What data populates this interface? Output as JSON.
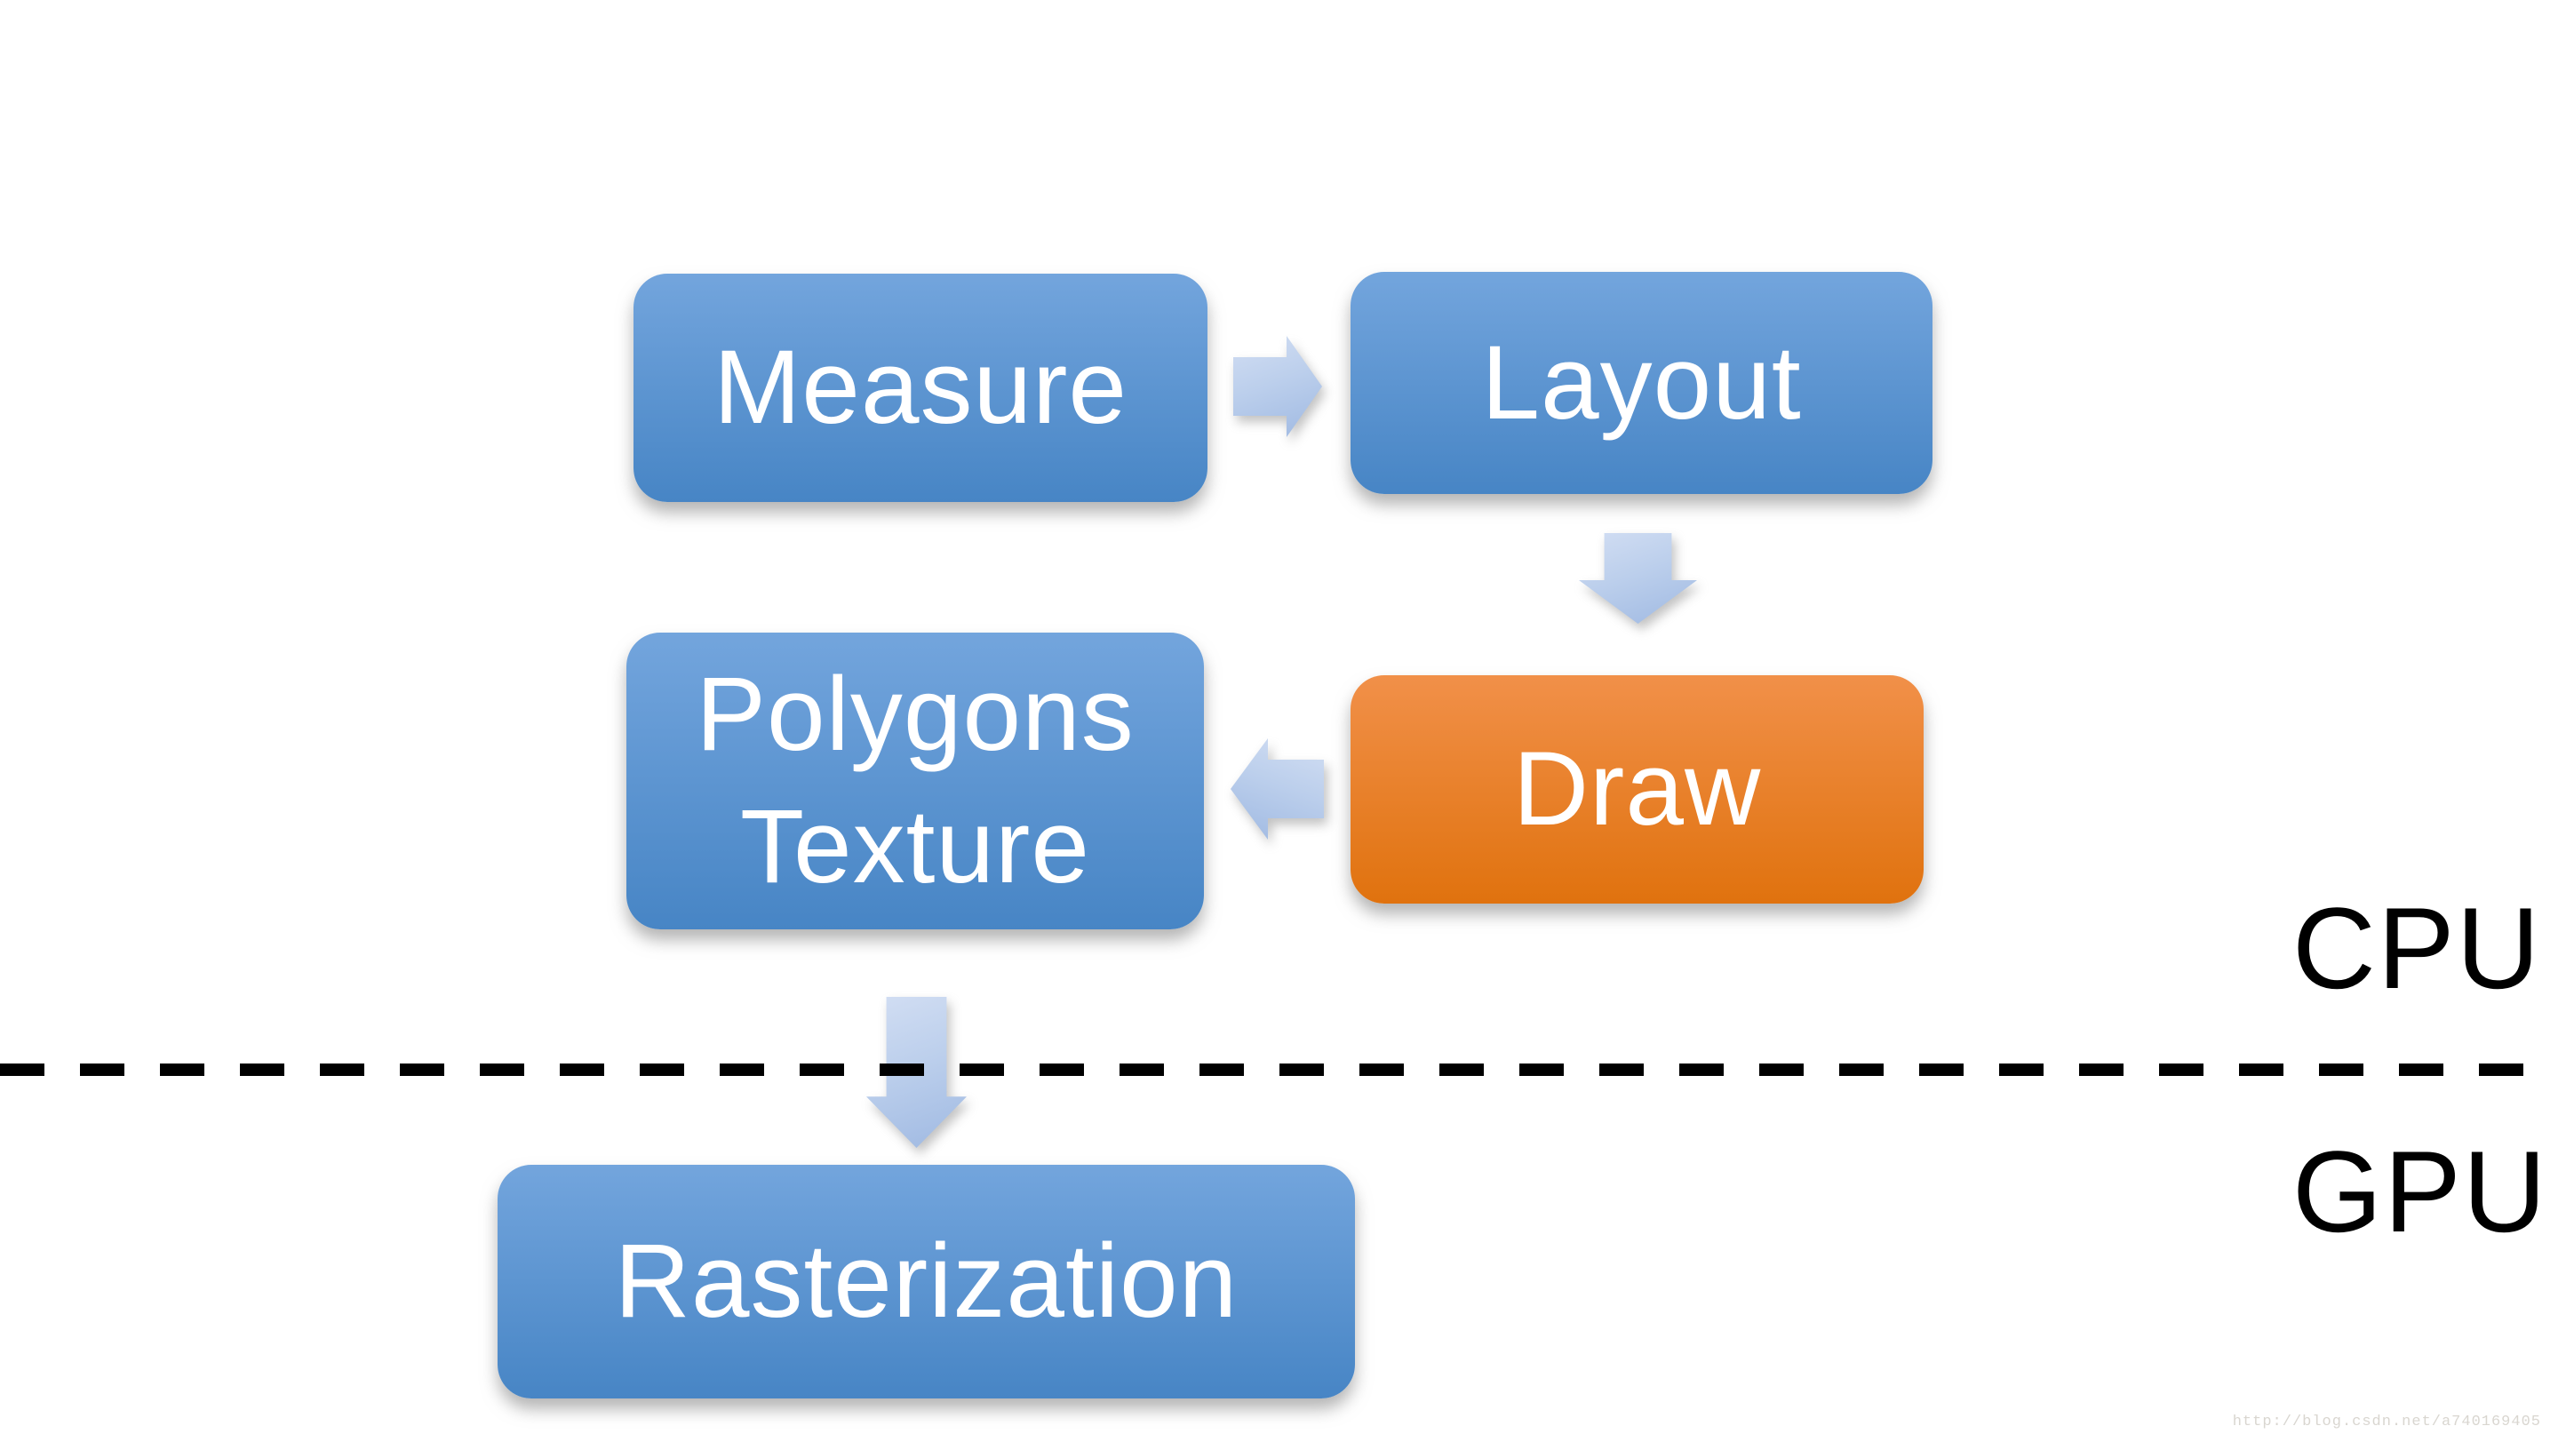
{
  "nodes": {
    "measure": {
      "label": "Measure"
    },
    "layout": {
      "label": "Layout"
    },
    "draw": {
      "label": "Draw"
    },
    "polygons": {
      "line1": "Polygons",
      "line2": "Texture"
    },
    "rasterization": {
      "label": "Rasterization"
    }
  },
  "region_labels": {
    "cpu": "CPU",
    "gpu": "GPU"
  },
  "watermark": {
    "text": "http://blog.csdn.net/a740169405"
  },
  "colors": {
    "node_blue_top": "#73a5dd",
    "node_blue_bottom": "#4785c5",
    "node_orange_top": "#f19049",
    "node_orange_bottom": "#e0720e",
    "arrow_light": "#d2def3",
    "arrow_dark": "#9fb9e2",
    "divider": "#000000",
    "region_label_text": "#000000",
    "node_text": "#ffffff",
    "watermark_text": "#d9d6d0"
  }
}
